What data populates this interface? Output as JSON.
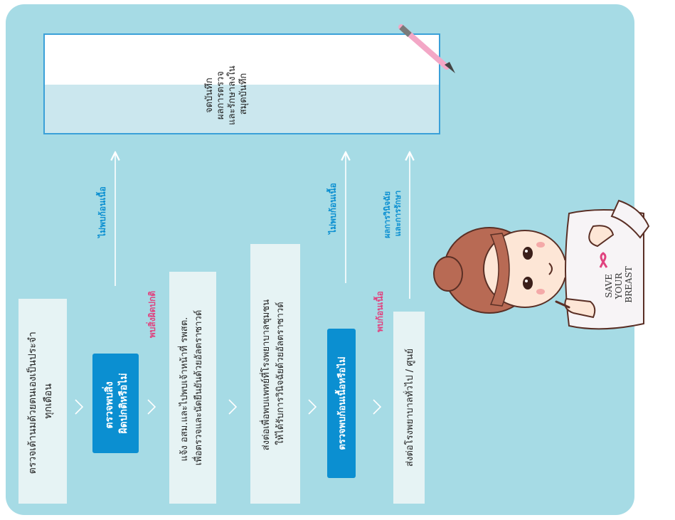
{
  "steps": {
    "self_exam": [
      "ตรวจเต้านมด้วยตนเองเป็นประจำ",
      "ทุกเดือน"
    ],
    "check_abnormal": [
      "ตรวจพบสิ่ง",
      "ผิดปกติหรือไม่"
    ],
    "notify": [
      "แจ้ง อสม.และไปพบเจ้าหน้าที่ รพสต.",
      "เพื่อตรวจและนัดยืนยันด้วยอัลตราซาวด์"
    ],
    "refer_community": [
      "ส่งต่อเพื่อพบแพทย์ที่โรงพยาบาลชุมชน",
      "ให้ได้รับการวินิจฉัยด้วยอัลตราซาวด์"
    ],
    "check_lump": "ตรวจพบก้อนเนื้อหรือไม่",
    "refer_hospital": "ส่งต่อโรงพยาบาลทั่วไป / ศูนย์",
    "record": [
      "จดบันทึก",
      "ผลการตรวจ",
      "และรักษาลงใน",
      "สมุดบันทึก"
    ]
  },
  "labels": {
    "found_abnormal": "พบสิ่งผิดปกติ",
    "no_lump_1": "ไม่พบก้อนเนื้อ",
    "no_lump_2": "ไม่พบก้อนเนื้อ",
    "found_lump": "พบก้อนเนื้อ",
    "diagnosis": [
      "ผลการวินิจฉัย",
      "และการรักษา"
    ]
  },
  "shirt_text": [
    "SAVE",
    "YOUR",
    "BREAST"
  ],
  "colors": {
    "panel": "#a6dbe5",
    "box": "#e6f3f4",
    "blue_box": "#0b8fd1",
    "blue_text": "#0b8fd1",
    "pink_text": "#e0437f",
    "notebook_border": "#3aa0d8"
  }
}
